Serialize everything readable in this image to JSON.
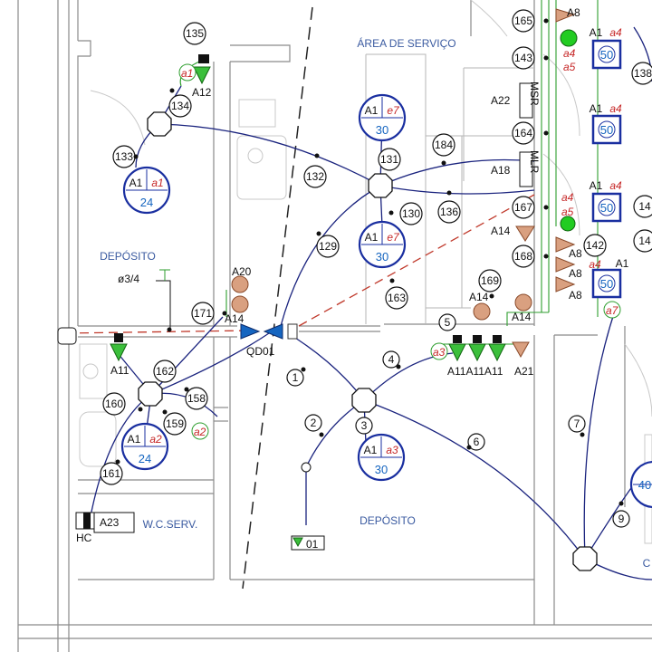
{
  "rooms": {
    "area_servico": "ÁREA DE SERVIÇO",
    "deposito_left": "DEPÓSITO",
    "deposito_center": "DEPÓSITO",
    "wc_serv": "W.C.SERV."
  },
  "panel": {
    "label": "QD01"
  },
  "pipe_label": "ø3/4",
  "circuit_nodes": [
    "135",
    "134",
    "133",
    "132",
    "131",
    "130",
    "129",
    "184",
    "136",
    "163",
    "169",
    "171",
    "162",
    "160",
    "159",
    "158",
    "161",
    "1",
    "2",
    "3",
    "4",
    "5",
    "6",
    "7",
    "9",
    "165",
    "143",
    "164",
    "167",
    "168",
    "142",
    "138",
    "14",
    "14"
  ],
  "lamps": [
    {
      "id": "lamp-a1a1",
      "top": "A1",
      "cmd": "a1",
      "power": "24"
    },
    {
      "id": "lamp-a1e7-top",
      "top": "A1",
      "cmd": "e7",
      "power": "30"
    },
    {
      "id": "lamp-a1e7-bottom",
      "top": "A1",
      "cmd": "e7",
      "power": "30"
    },
    {
      "id": "lamp-a1a2",
      "top": "A1",
      "cmd": "a2",
      "power": "24"
    },
    {
      "id": "lamp-a1a3",
      "top": "A1",
      "cmd": "a3",
      "power": "30"
    },
    {
      "id": "lamp-40",
      "top": "",
      "cmd": "",
      "power": "40"
    }
  ],
  "square_lamps": [
    {
      "top": "A1",
      "cmd": "a4",
      "power": "50"
    },
    {
      "top": "A1",
      "cmd": "a4",
      "power": "50"
    },
    {
      "top": "A1",
      "cmd": "a4",
      "power": "50"
    },
    {
      "top": "A1",
      "cmd": "a4",
      "power": "50"
    }
  ],
  "device_labels": {
    "a12": "A12",
    "a11_left": "A11",
    "a20": "A20",
    "a14_left": "A14",
    "a22": "A22",
    "a18": "A18",
    "a14_a": "A14",
    "a14_b": "A14",
    "a14_c": "A14",
    "a8_top": "A8",
    "a8_1": "A8",
    "a8_2": "A8",
    "a8_3": "A8",
    "a11_row": "A11A11A11",
    "a21": "A21",
    "a23": "A23",
    "a01": "01",
    "msr": "MSR",
    "mlr": "MLR",
    "hc": "HC",
    "a1_right": "A1",
    "a4_right": "a4"
  },
  "command_tags": {
    "a1": "a1",
    "a2": "a2",
    "a3": "a3",
    "a4": "a4",
    "a5": "a5",
    "a4b": "a4",
    "a5b": "a5",
    "a7": "a7",
    "a4c": "a4"
  },
  "room_partial": "C"
}
